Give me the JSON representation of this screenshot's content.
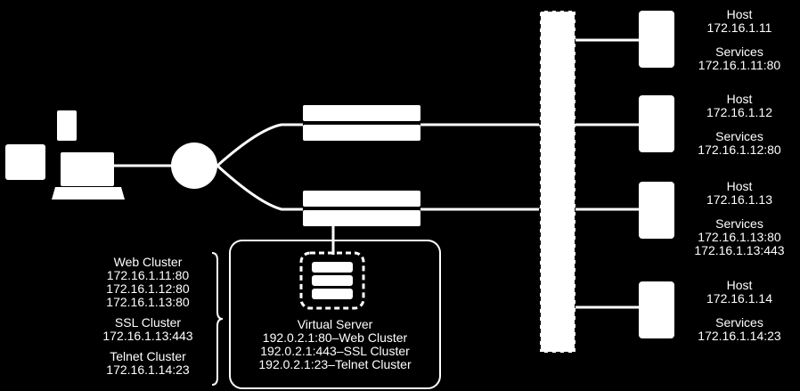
{
  "hosts": [
    {
      "host_label": "Host",
      "ip": "172.16.1.11",
      "services_label": "Services",
      "services": [
        "172.16.1.11:80"
      ]
    },
    {
      "host_label": "Host",
      "ip": "172.16.1.12",
      "services_label": "Services",
      "services": [
        "172.16.1.12:80"
      ]
    },
    {
      "host_label": "Host",
      "ip": "172.16.1.13",
      "services_label": "Services",
      "services": [
        "172.16.1.13:80",
        "172.16.1.13:443"
      ]
    },
    {
      "host_label": "Host",
      "ip": "172.16.1.14",
      "services_label": "Services",
      "services": [
        "172.16.1.14:23"
      ]
    }
  ],
  "clusters": {
    "web": {
      "title": "Web Cluster",
      "members": [
        "172.16.1.11:80",
        "172.16.1.12:80",
        "172.16.1.13:80"
      ]
    },
    "ssl": {
      "title": "SSL Cluster",
      "members": [
        "172.16.1.13:443"
      ]
    },
    "telnet": {
      "title": "Telnet Cluster",
      "members": [
        "172.16.1.14:23"
      ]
    }
  },
  "virtual_server": {
    "title": "Virtual Server",
    "lines": [
      "192.0.2.1:80–Web Cluster",
      "192.0.2.1:443–SSL Cluster",
      "192.0.2.1:23–Telnet Cluster"
    ]
  },
  "colors": {
    "background": "#000000",
    "foreground": "#ffffff"
  }
}
